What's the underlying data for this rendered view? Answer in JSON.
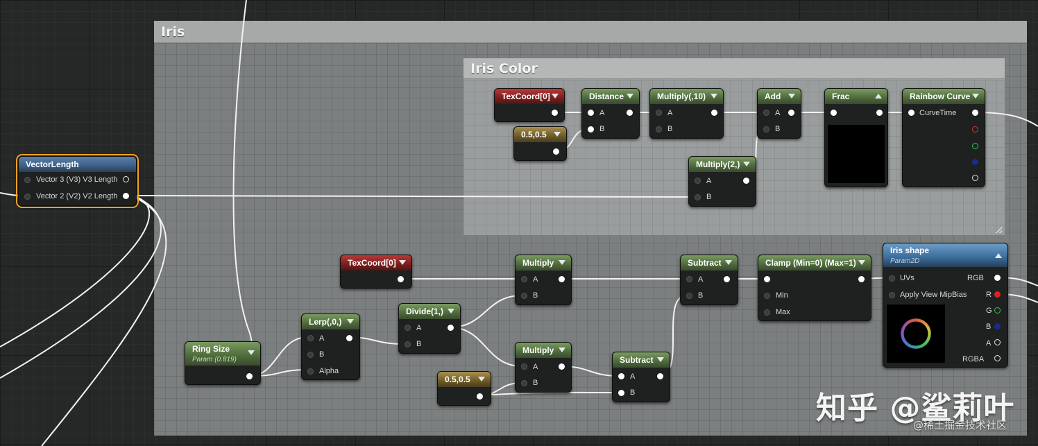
{
  "comments": {
    "iris": "Iris",
    "iris_color": "Iris Color"
  },
  "nodes": {
    "vector_length": {
      "title": "VectorLength",
      "pins": [
        "Vector 3 (V3) V3 Length",
        "Vector 2 (V2) V2 Length"
      ]
    },
    "texcoord_top": {
      "title": "TexCoord[0]"
    },
    "const_top": {
      "title": "0.5,0.5"
    },
    "distance": {
      "title": "Distance",
      "a": "A",
      "b": "B"
    },
    "multiply_10": {
      "title": "Multiply(,10)",
      "a": "A",
      "b": "B"
    },
    "multiply_2": {
      "title": "Multiply(2,)",
      "a": "A",
      "b": "B"
    },
    "add": {
      "title": "Add",
      "a": "A",
      "b": "B"
    },
    "frac": {
      "title": "Frac"
    },
    "rainbow": {
      "title": "Rainbow Curve",
      "input": "CurveTime"
    },
    "texcoord_bottom": {
      "title": "TexCoord[0]"
    },
    "multiply_top": {
      "title": "Multiply",
      "a": "A",
      "b": "B"
    },
    "multiply_bottom": {
      "title": "Multiply",
      "a": "A",
      "b": "B"
    },
    "subtract_top": {
      "title": "Subtract",
      "a": "A",
      "b": "B"
    },
    "subtract_bottom": {
      "title": "Subtract",
      "a": "A",
      "b": "B"
    },
    "clamp": {
      "title": "Clamp (Min=0) (Max=1)",
      "min": "Min",
      "max": "Max"
    },
    "iris_shape": {
      "title": "Iris shape",
      "subtitle": "Param2D",
      "inputs": [
        "UVs",
        "Apply View MipBias"
      ],
      "outputs": [
        "RGB",
        "R",
        "G",
        "B",
        "A",
        "RGBA"
      ]
    },
    "lerp": {
      "title": "Lerp(,0,)",
      "a": "A",
      "b": "B",
      "alpha": "Alpha"
    },
    "divide": {
      "title": "Divide(1,)",
      "a": "A",
      "b": "B"
    },
    "ring_size": {
      "title": "Ring Size",
      "subtitle": "Param (0.819)"
    },
    "const_bottom": {
      "title": "0.5,0.5"
    }
  },
  "watermark": {
    "main": "知乎 @鲨莉叶",
    "sub": "@稀土掘金技术社区"
  },
  "colors": {
    "graph_bg": "#262828",
    "comment_bg": "#7c7f7f",
    "selected_outline": "#f0a020"
  }
}
